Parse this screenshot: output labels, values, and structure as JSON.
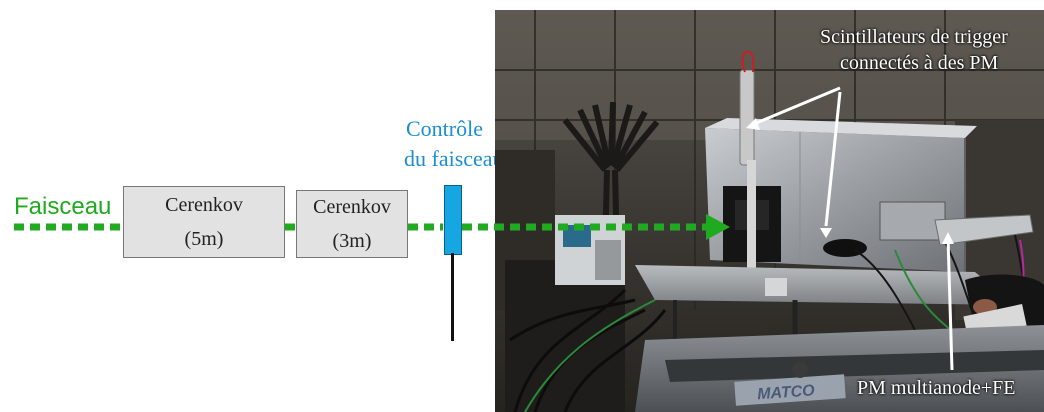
{
  "diagram": {
    "beam_label": "Faisceau",
    "detector_5m": {
      "name": "Cerenkov",
      "length": "(5m)"
    },
    "detector_3m": {
      "name": "Cerenkov",
      "length": "(3m)"
    },
    "beam_monitor": {
      "line1": "Contrôle",
      "line2": "du faisceau"
    }
  },
  "photo": {
    "trigger_annotation": {
      "line1": "Scintillateurs de trigger",
      "line2": "connectés à des PM"
    },
    "pm_annotation": "PM multianode+FE",
    "equipment_lettering": "MATCO"
  },
  "colors": {
    "beam": "#1faa1f",
    "monitor": "#16a6e2",
    "monitor_label": "#1b8ed1",
    "detector_box": "#e2e2e2"
  }
}
